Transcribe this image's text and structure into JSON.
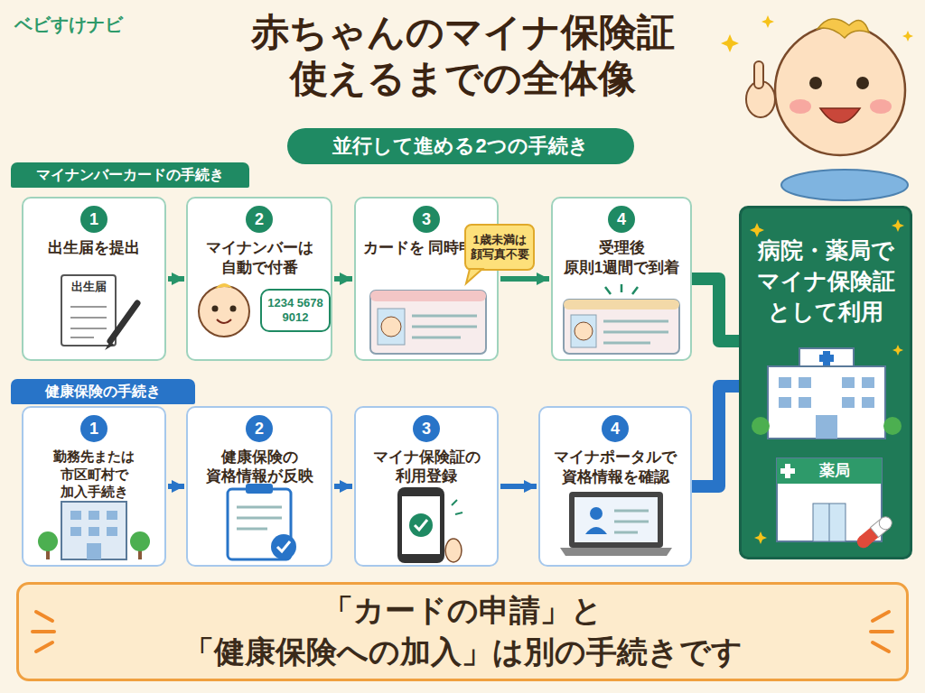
{
  "diagram": {
    "title": "赤ちゃんのマイナ保険証 使えるまでの全体像",
    "nodes": [
      {
        "text": [
          "並行して進める2つの手続き"
        ]
      },
      {
        "text": [
          "マイナンバーカードの手続き"
        ]
      },
      {
        "text": [
          "出生届を提出"
        ]
      },
      {
        "text": [
          "1"
        ],
        "in": 2
      },
      {
        "text": [
          "マイナンバーは 自動で付番"
        ]
      },
      {
        "text": [
          "2"
        ],
        "in": 4
      },
      {
        "text": [
          "1234 5678 9012"
        ],
        "in": 4
      },
      {
        "text": [
          "カードを 同時申請"
        ]
      },
      {
        "text": [
          "3"
        ],
        "in": 7
      },
      {
        "text": [
          "1歳未満は 顔写真不要"
        ]
      },
      {
        "text": [
          "受理後 原則1週間で到着"
        ]
      },
      {
        "text": [
          "4"
        ],
        "in": 10
      },
      {
        "text": [
          "健康保険の手続き"
        ]
      },
      {
        "text": [
          "勤務先または 市区町村で 加入手続き"
        ]
      },
      {
        "text": [
          "1"
        ],
        "in": 13
      },
      {
        "text": [
          "健康保険の 資格情報が反映"
        ]
      },
      {
        "text": [
          "2"
        ],
        "in": 15
      },
      {
        "text": [
          "マイナ保険証の 利用登録"
        ]
      },
      {
        "text": [
          "3"
        ],
        "in": 17
      },
      {
        "text": [
          "マイナポータルで 資格情報を確認"
        ]
      },
      {
        "text": [
          "4"
        ],
        "in": 19
      },
      {
        "text": [
          "病院・薬局で マイナ保険証 として利用"
        ]
      },
      {
        "text": [
          "「カードの申請」と 「健康保険への加入」は別の手続きです"
        ]
      }
    ],
    "edges": [
      {
        "from": 2,
        "to": 4,
        "arrow": "to"
      },
      {
        "from": 4,
        "to": 7,
        "arrow": "to"
      },
      {
        "from": 7,
        "to": 10,
        "arrow": "to"
      },
      {
        "from": 10,
        "to": 21,
        "arrow": "none"
      },
      {
        "from": 13,
        "to": 15,
        "arrow": "to"
      },
      {
        "from": 15,
        "to": 17,
        "arrow": "to"
      },
      {
        "from": 17,
        "to": 19,
        "arrow": "to"
      },
      {
        "from": 19,
        "to": 21,
        "arrow": "none"
      }
    ],
    "labels": [
      "ベビすけナビ",
      "出生届",
      "薬局"
    ]
  }
}
